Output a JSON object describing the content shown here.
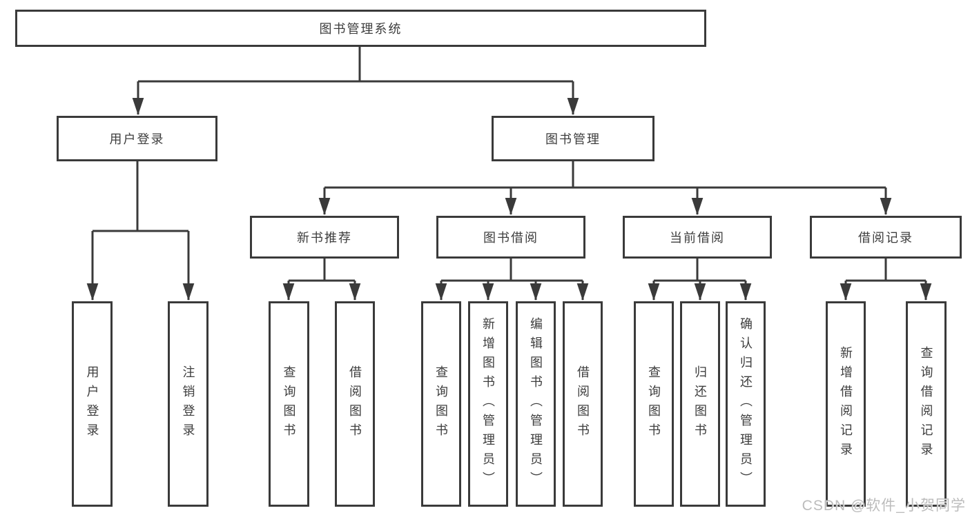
{
  "diagram_title": "图书管理系统",
  "nodes": {
    "root": "图书管理系统",
    "user_login_branch": "用户登录",
    "book_mgmt_branch": "图书管理",
    "new_book_recommend": "新书推荐",
    "book_borrowing": "图书借阅",
    "current_borrowing": "当前借阅",
    "borrow_records": "借阅记录",
    "leaf_user_login": "用户登录",
    "leaf_logout": "注销登录",
    "leaf_query_books_a": "查询图书",
    "leaf_borrow_books_a": "借阅图书",
    "leaf_query_books_b": "查询图书",
    "leaf_add_books_admin": "新增图书（管理员）",
    "leaf_edit_books_admin": "编辑图书（管理员）",
    "leaf_borrow_books_b": "借阅图书",
    "leaf_query_books_c": "查询图书",
    "leaf_return_books": "归还图书",
    "leaf_confirm_return_admin": "确认归还（管理员）",
    "leaf_add_borrow_record": "新增借阅记录",
    "leaf_query_borrow_record": "查询借阅记录"
  },
  "watermark": "CSDN @软件_小贺同学",
  "colors": {
    "line": "#3a3a3a",
    "box_border": "#3a3a3a",
    "text": "#3d3d3d",
    "watermark": "#bcbcbc",
    "background": "#ffffff"
  }
}
